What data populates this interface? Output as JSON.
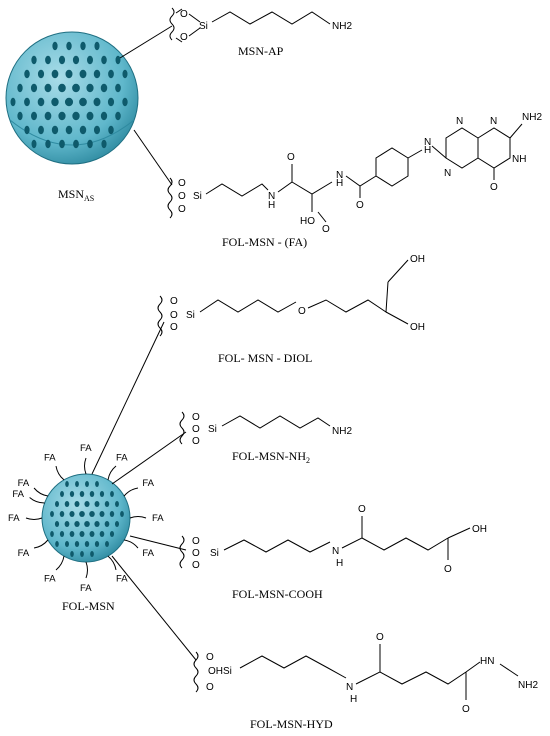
{
  "labels": {
    "msn_ap": "MSN-AP",
    "msn_as_main": "MSN",
    "msn_as_sub": "AS",
    "fol_msn_fa": "FOL-MSN - (FA)",
    "fol_msn_diol": "FOL- MSN - DIOL",
    "fol_msn_nh2_main": "FOL-MSN-NH",
    "fol_msn_nh2_sub": "2",
    "fol_msn_cooh": "FOL-MSN-COOH",
    "fol_msn": "FOL-MSN",
    "fol_msn_hyd": "FOL-MSN-HYD"
  },
  "atoms": {
    "si": "Si",
    "o": "O",
    "oh": "OH",
    "nh2": "NH2",
    "nh": "NH",
    "n": "N",
    "h": "H",
    "hn": "HN",
    "ho": "HO",
    "ohsi": "OHSi",
    "fa": "FA"
  },
  "colors": {
    "sphere_fill": "#5fb7cb",
    "sphere_dark": "#1f6f82",
    "pore": "#0e5a6b",
    "ink": "#000000"
  }
}
